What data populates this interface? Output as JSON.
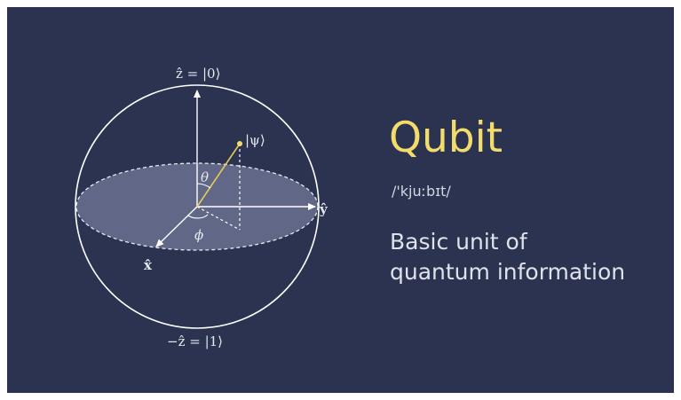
{
  "diagram": {
    "label_z_top": "ẑ = |0⟩",
    "label_z_bottom": "−ẑ = |1⟩",
    "label_x": "x̂",
    "label_y": "ŷ",
    "label_psi": "|ψ⟩",
    "label_theta": "θ",
    "label_phi": "ϕ"
  },
  "text": {
    "title": "Qubit",
    "pronunciation": "/'kjuːbɪt/",
    "description_line1": "Basic unit of",
    "description_line2": "quantum information"
  },
  "colors": {
    "background": "#2b3350",
    "title": "#f2dc6b",
    "state_vector": "#e8c95a",
    "sphere_line": "#ffffff"
  }
}
